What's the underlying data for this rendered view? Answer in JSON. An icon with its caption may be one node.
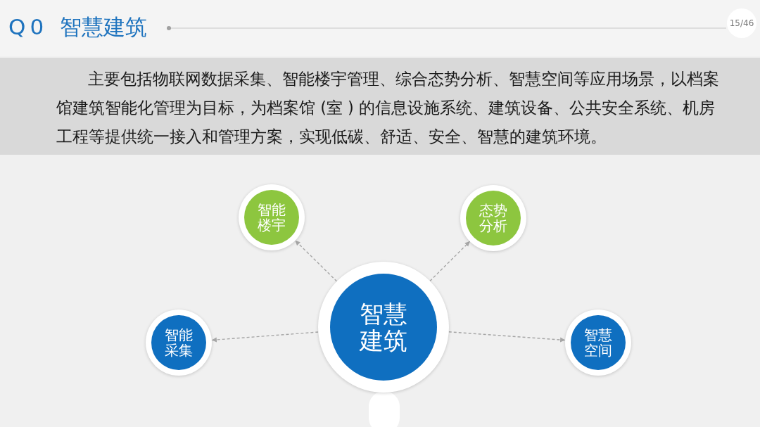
{
  "diagram": {
    "title": "智慧建筑",
    "nodes": [
      {
        "text": [
          "智慧建筑"
        ]
      },
      {
        "text": [
          "智能楼宇"
        ]
      },
      {
        "text": [
          "态势分析"
        ]
      },
      {
        "text": [
          "智能采集"
        ]
      },
      {
        "text": [
          "智慧空间"
        ]
      }
    ],
    "edges": [
      {
        "from": 0,
        "to": 1,
        "arrow": "to",
        "style": "dashed"
      },
      {
        "from": 0,
        "to": 2,
        "arrow": "to",
        "style": "dashed"
      },
      {
        "from": 0,
        "to": 3,
        "arrow": "to",
        "style": "dashed"
      },
      {
        "from": 0,
        "to": 4,
        "arrow": "to",
        "style": "dashed"
      }
    ],
    "labels": [
      "Q0",
      "15/46",
      "主要包括物联网数据采集、智能楼宇管理、综合态势分析、智慧空间等应用场景，以档案馆建筑智能化管理为目标，为档案馆 (室 ) 的信息设施系统、建筑设备、公共安全系统、机房工程等提供统一接入和管理方案，实现低碳、舒适、安全、智慧的建筑环境。"
    ]
  }
}
